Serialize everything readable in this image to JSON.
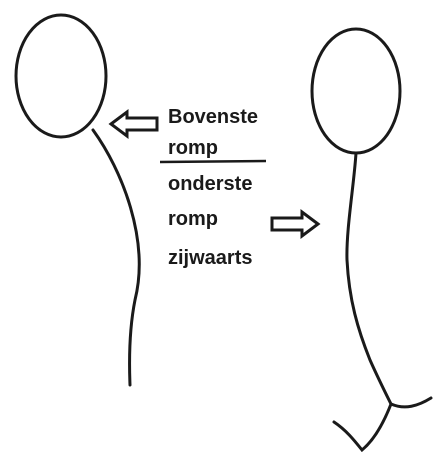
{
  "labels": {
    "upper_1": "Bovenste",
    "upper_2": "romp",
    "lower_1": "onderste",
    "lower_2": "romp",
    "lower_3": "zijwaarts"
  },
  "colors": {
    "ink": "#1a1a1a",
    "background": "#ffffff"
  },
  "icons": {
    "left_arrow": "outline-arrow-left-icon",
    "right_arrow": "outline-arrow-right-icon"
  }
}
